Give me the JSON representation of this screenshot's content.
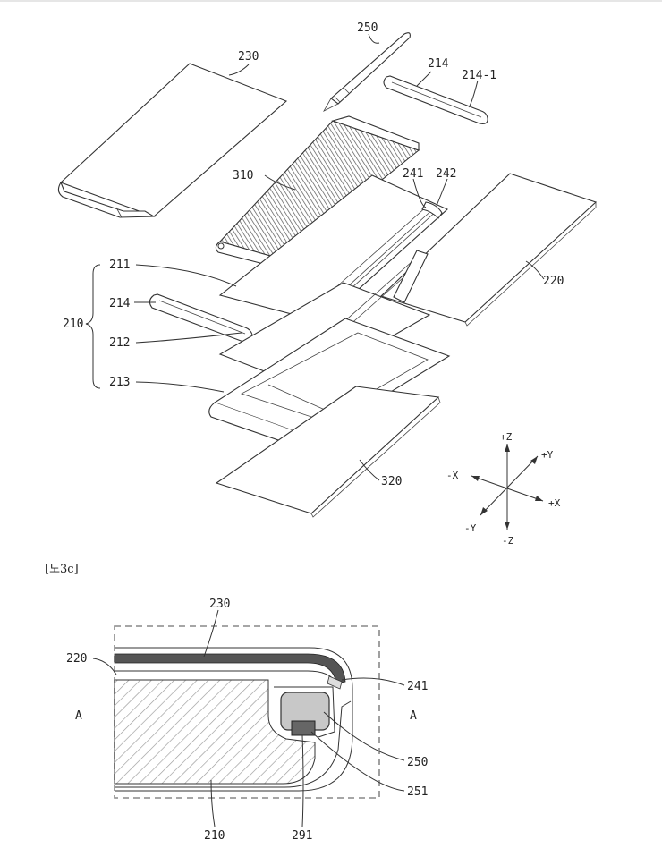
{
  "figure_top": {
    "labels": {
      "l250": "250",
      "l230": "230",
      "l214_top": "214",
      "l214_1": "214-1",
      "l310": "310",
      "l241": "241",
      "l242": "242",
      "l220": "220",
      "l211": "211",
      "l214_left": "214",
      "l210": "210",
      "l212": "212",
      "l213": "213",
      "l320": "320"
    },
    "axes": {
      "pz": "+Z",
      "py": "+Y",
      "mx": "-X",
      "px": "+X",
      "my": "-Y",
      "mz": "-Z"
    }
  },
  "figure_bottom": {
    "caption": "[도3c]",
    "labels": {
      "l230": "230",
      "l220": "220",
      "l241": "241",
      "lA_left": "A",
      "lA_right": "A",
      "l250": "250",
      "l251": "251",
      "l210": "210",
      "l291": "291"
    }
  }
}
